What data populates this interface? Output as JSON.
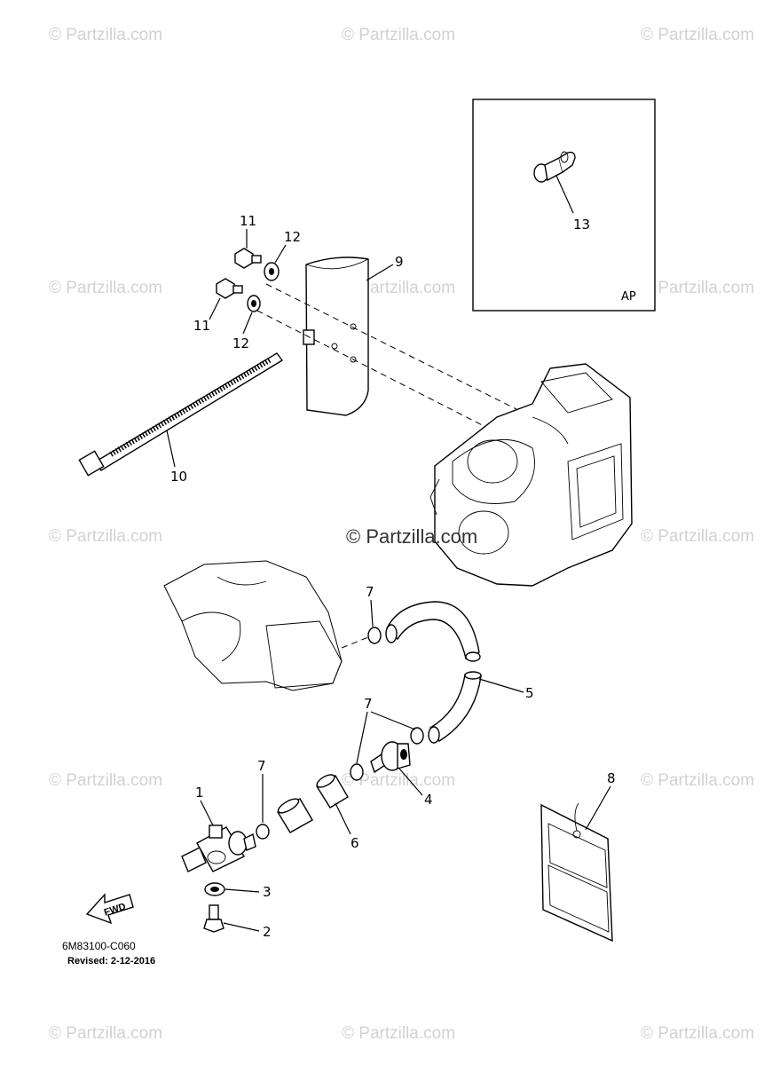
{
  "diagram": {
    "watermark_text": "© Partzilla.com",
    "center_watermark": "© Partzilla.com",
    "drawing_code": "6M83100-C060",
    "revised": "Revised: 2-12-2016",
    "inset_label": "AP",
    "fwd_label": "FWD",
    "callouts": [
      {
        "num": "1"
      },
      {
        "num": "2"
      },
      {
        "num": "3"
      },
      {
        "num": "4"
      },
      {
        "num": "5"
      },
      {
        "num": "6"
      },
      {
        "num": "7"
      },
      {
        "num": "7"
      },
      {
        "num": "7"
      },
      {
        "num": "8"
      },
      {
        "num": "9"
      },
      {
        "num": "10"
      },
      {
        "num": "11"
      },
      {
        "num": "11"
      },
      {
        "num": "12"
      },
      {
        "num": "12"
      },
      {
        "num": "13"
      }
    ]
  }
}
